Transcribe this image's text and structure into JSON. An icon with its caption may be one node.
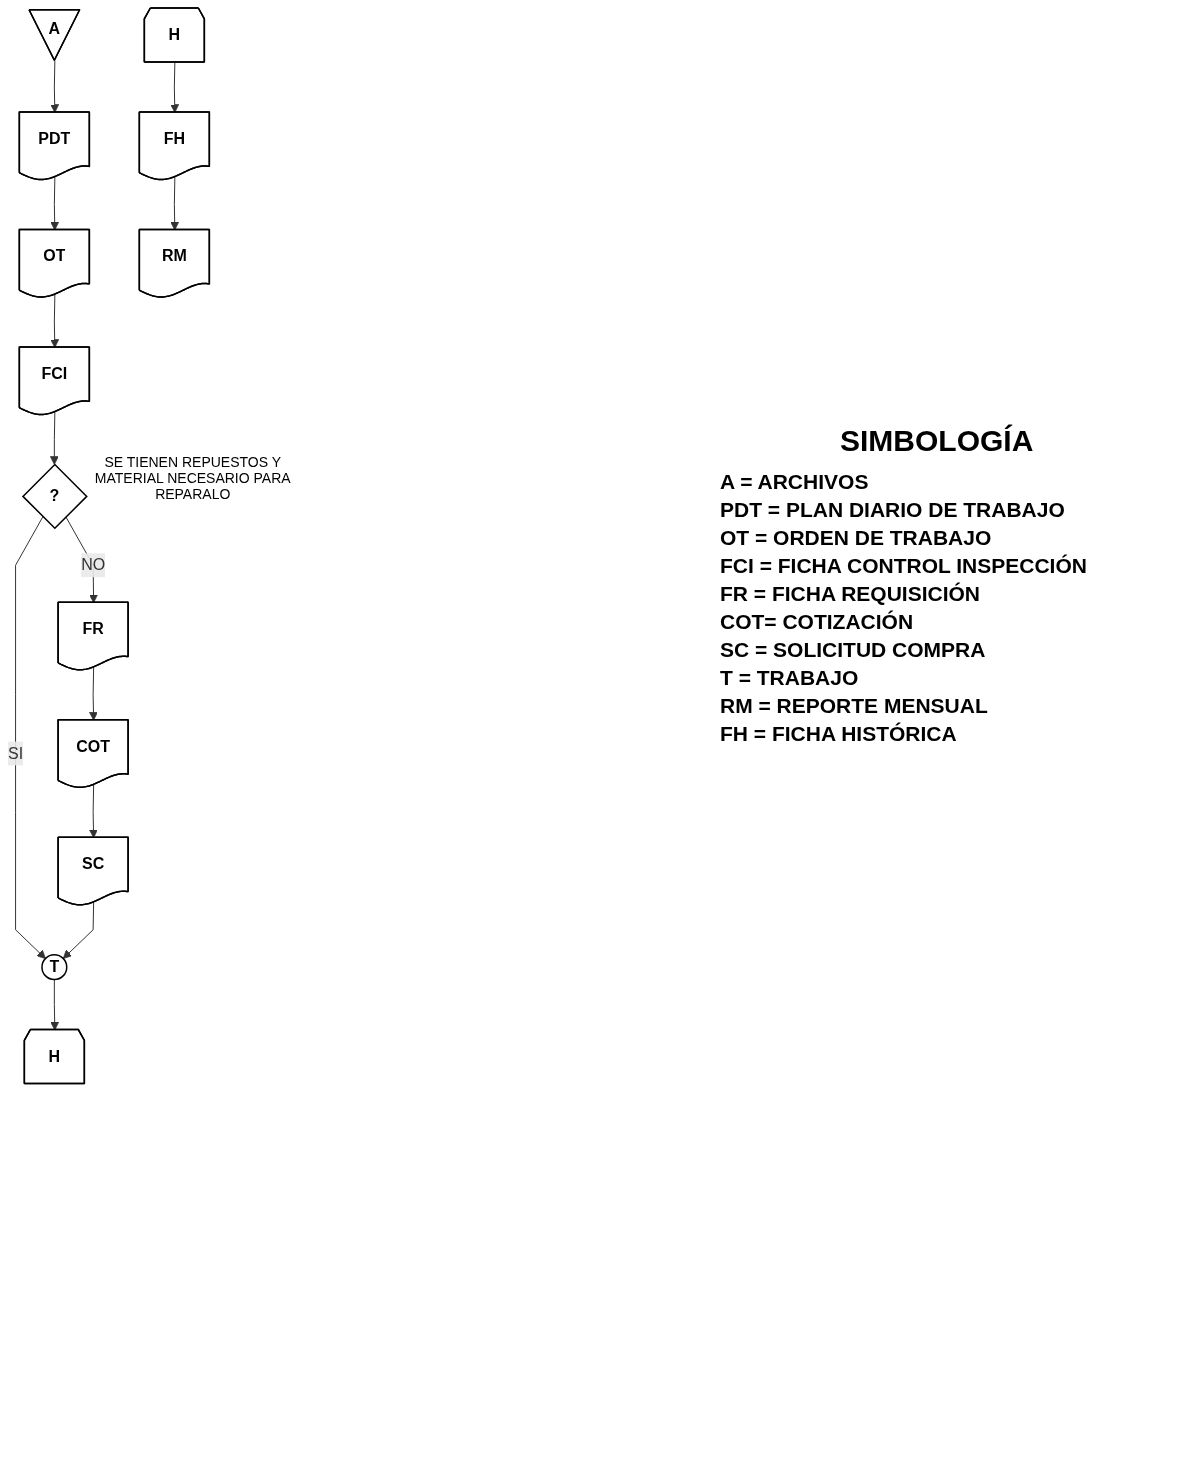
{
  "diagram": {
    "nodes": [
      {
        "text": [
          "A"
        ]
      },
      {
        "text": [
          "PDT"
        ]
      },
      {
        "text": [
          "OT"
        ]
      },
      {
        "text": [
          "FCI"
        ]
      },
      {
        "text": [
          "?"
        ],
        "beside": [
          "SE TIENEN REPUESTOS Y MATERIAL NECESARIO PARA REPARALO"
        ]
      },
      {
        "text": [
          "FR"
        ]
      },
      {
        "text": [
          "COT"
        ]
      },
      {
        "text": [
          "SC"
        ]
      },
      {
        "text": [
          "T"
        ]
      },
      {
        "text": [
          "H"
        ]
      },
      {
        "text": [
          "H"
        ]
      },
      {
        "text": [
          "FH"
        ]
      },
      {
        "text": [
          "RM"
        ]
      }
    ],
    "edges": [
      {
        "from": 0,
        "to": 1,
        "arrow": "to"
      },
      {
        "from": 1,
        "to": 2,
        "arrow": "to"
      },
      {
        "from": 2,
        "to": 3,
        "arrow": "to"
      },
      {
        "from": 3,
        "to": 4,
        "arrow": "to"
      },
      {
        "from": 4,
        "to": 5,
        "arrow": "to",
        "label": "NO"
      },
      {
        "from": 5,
        "to": 6,
        "arrow": "to"
      },
      {
        "from": 6,
        "to": 7,
        "arrow": "to"
      },
      {
        "from": 4,
        "to": 8,
        "arrow": "to",
        "label": "SI"
      },
      {
        "from": 7,
        "to": 8,
        "arrow": "to"
      },
      {
        "from": 8,
        "to": 9,
        "arrow": "to"
      },
      {
        "from": 10,
        "to": 11,
        "arrow": "to"
      },
      {
        "from": 11,
        "to": 12,
        "arrow": "to"
      }
    ],
    "labels": [
      "SIMBOLOGÍA",
      "A = ARCHIVOS",
      "PDT = PLAN DIARIO DE TRABAJO",
      "OT = ORDEN DE TRABAJO",
      "FCI = FICHA CONTROL INSPECCIÓN",
      "FR = FICHA REQUISICIÓN",
      "COT= COTIZACIÓN",
      "SC = SOLICITUD COMPRA",
      "T = TRABAJO",
      "RM = REPORTE MENSUAL",
      "FH = FICHA HISTÓRICA"
    ]
  }
}
